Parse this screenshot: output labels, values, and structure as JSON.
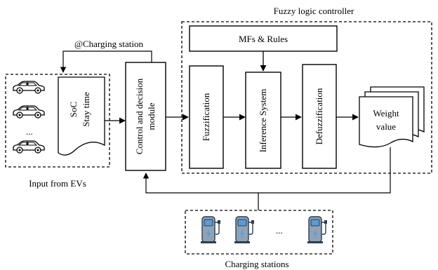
{
  "labels": {
    "flc_title": "Fuzzy logic controller",
    "feedback": "@Charging station",
    "mfs_rules": "MFs & Rules",
    "control_line1": "Control and decision",
    "control_line2": "module",
    "fuzzification": "Fuzzification",
    "inference": "Inference System",
    "defuzzification": "Defuzzification",
    "weight_line1": "Weight",
    "weight_line2": "value",
    "soc": "SoC",
    "stay_time": "Stay time",
    "ev_dots": "...",
    "station_dots": "...",
    "input_caption": "Input from EVs",
    "stations_caption": "Charging stations"
  },
  "icons": {
    "ev": "car-icon",
    "station": "charging-station-icon"
  },
  "colors": {
    "line": "#000000",
    "car_body": "#ffffff",
    "station_blue": "#5b9bd5",
    "station_body": "#8fa3b8",
    "station_dark": "#2e3d4f"
  }
}
